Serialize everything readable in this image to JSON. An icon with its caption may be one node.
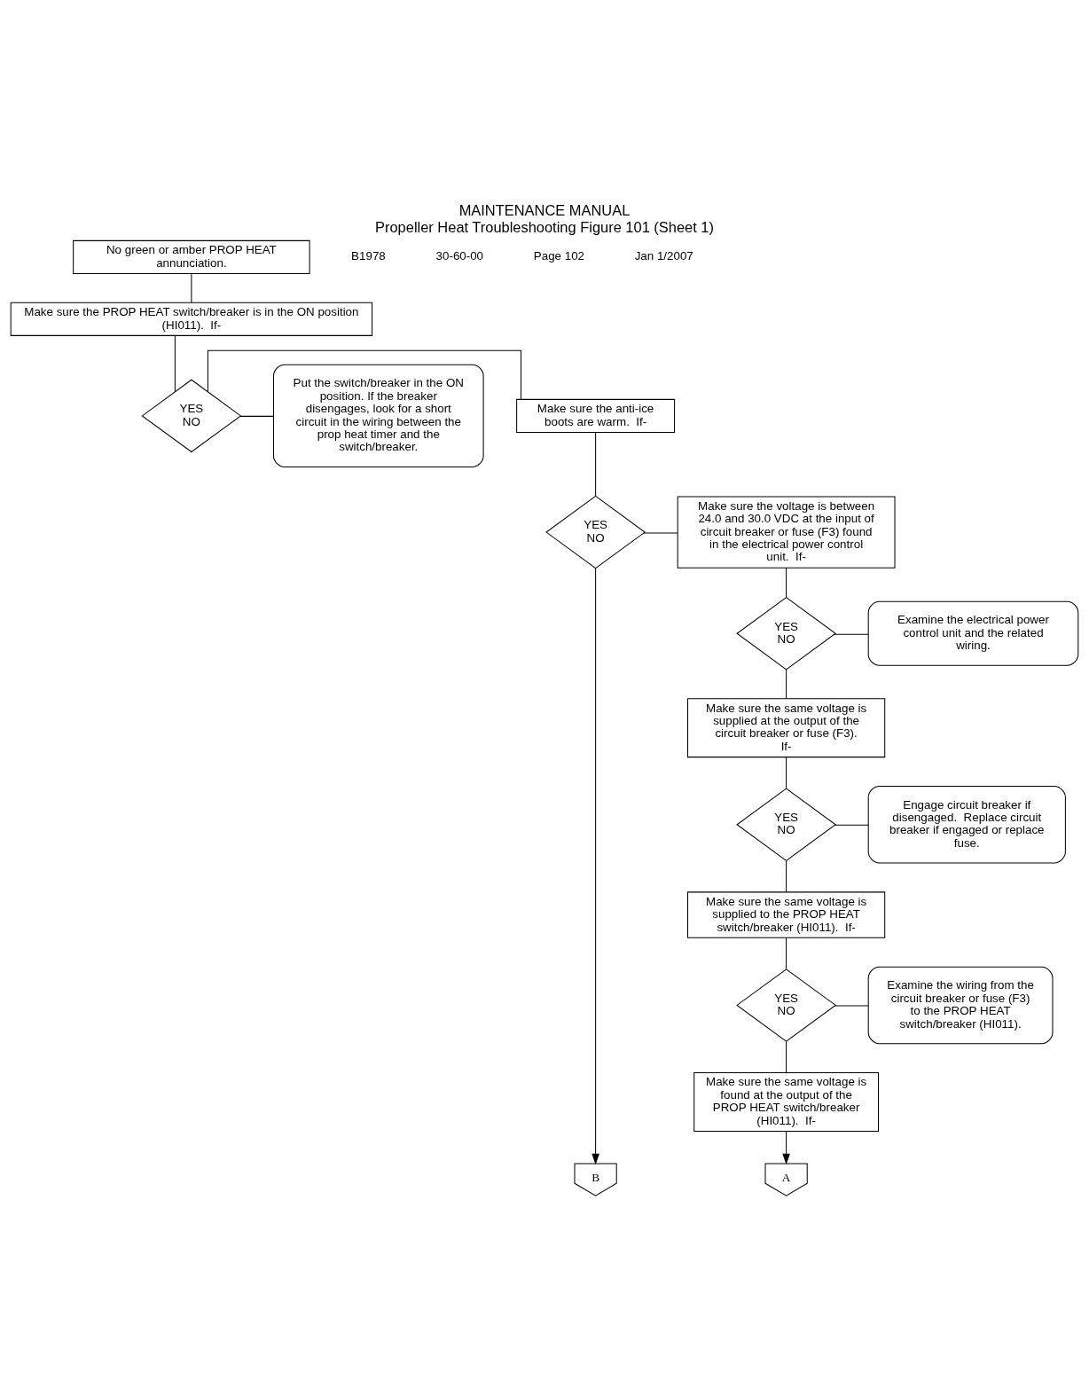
{
  "diagram": {
    "title": "MAINTENANCE MANUAL",
    "caption": "Propeller Heat Troubleshooting Figure 101 (Sheet 1)",
    "nodes": [
      {
        "text": [
          "No green or amber PROP HEAT annunciation."
        ]
      },
      {
        "text": [
          "Make sure the PROP HEAT switch/breaker is in the ON position (HI011).  If-"
        ]
      },
      {
        "text": [
          "YES",
          "NO"
        ]
      },
      {
        "text": [
          "Make sure the anti-ice boots are warm.  If-"
        ]
      },
      {
        "text": [
          "Put the switch/breaker in the ON position. If the breaker disengages, look for a short circuit in the wiring between the prop heat timer and the switch/breaker."
        ]
      },
      {
        "text": [
          "YES",
          "NO"
        ]
      },
      {
        "text": [
          "Make sure the voltage is between 24.0 and 30.0 VDC at the input of circuit breaker or fuse (F3) found in the electrical power control unit.  If-"
        ]
      },
      {
        "text": [
          "YES",
          "NO"
        ]
      },
      {
        "text": [
          "Examine the electrical power control unit and the related wiring."
        ]
      },
      {
        "text": [
          "Make sure the same voltage is supplied at the output of the circuit breaker or fuse (F3).  If-"
        ]
      },
      {
        "text": [
          "YES",
          "NO"
        ]
      },
      {
        "text": [
          "Engage circuit breaker if disengaged.  Replace circuit breaker if engaged or replace fuse."
        ]
      },
      {
        "text": [
          "Make sure the same voltage is supplied to the PROP HEAT switch/breaker (HI011).  If-"
        ]
      },
      {
        "text": [
          "YES",
          "NO"
        ]
      },
      {
        "text": [
          "Examine the wiring from the circuit breaker or fuse (F3) to the PROP HEAT switch/breaker (HI011)."
        ]
      },
      {
        "text": [
          "Make sure the same voltage is found at the output of the PROP HEAT switch/breaker (HI011).  If-"
        ]
      },
      {
        "text": [
          "A"
        ]
      },
      {
        "text": [
          "B"
        ]
      }
    ],
    "edges": [
      {
        "from": 0,
        "to": 1,
        "arrow": "none"
      },
      {
        "from": 1,
        "to": 2,
        "arrow": "none"
      },
      {
        "from": 2,
        "to": 3,
        "arrow": "none"
      },
      {
        "from": 2,
        "to": 4,
        "arrow": "none"
      },
      {
        "from": 3,
        "to": 5,
        "arrow": "none"
      },
      {
        "from": 5,
        "to": 6,
        "arrow": "none"
      },
      {
        "from": 5,
        "to": 17,
        "arrow": "to"
      },
      {
        "from": 6,
        "to": 7,
        "arrow": "none"
      },
      {
        "from": 7,
        "to": 9,
        "arrow": "none"
      },
      {
        "from": 7,
        "to": 8,
        "arrow": "none"
      },
      {
        "from": 9,
        "to": 10,
        "arrow": "none"
      },
      {
        "from": 10,
        "to": 12,
        "arrow": "none"
      },
      {
        "from": 10,
        "to": 11,
        "arrow": "none"
      },
      {
        "from": 12,
        "to": 13,
        "arrow": "none"
      },
      {
        "from": 13,
        "to": 15,
        "arrow": "none"
      },
      {
        "from": 13,
        "to": 14,
        "arrow": "none"
      },
      {
        "from": 15,
        "to": 16,
        "arrow": "to"
      }
    ],
    "labels": [
      "B1978",
      "30-60-00",
      "Page 102",
      "Jan 1/2007"
    ]
  }
}
